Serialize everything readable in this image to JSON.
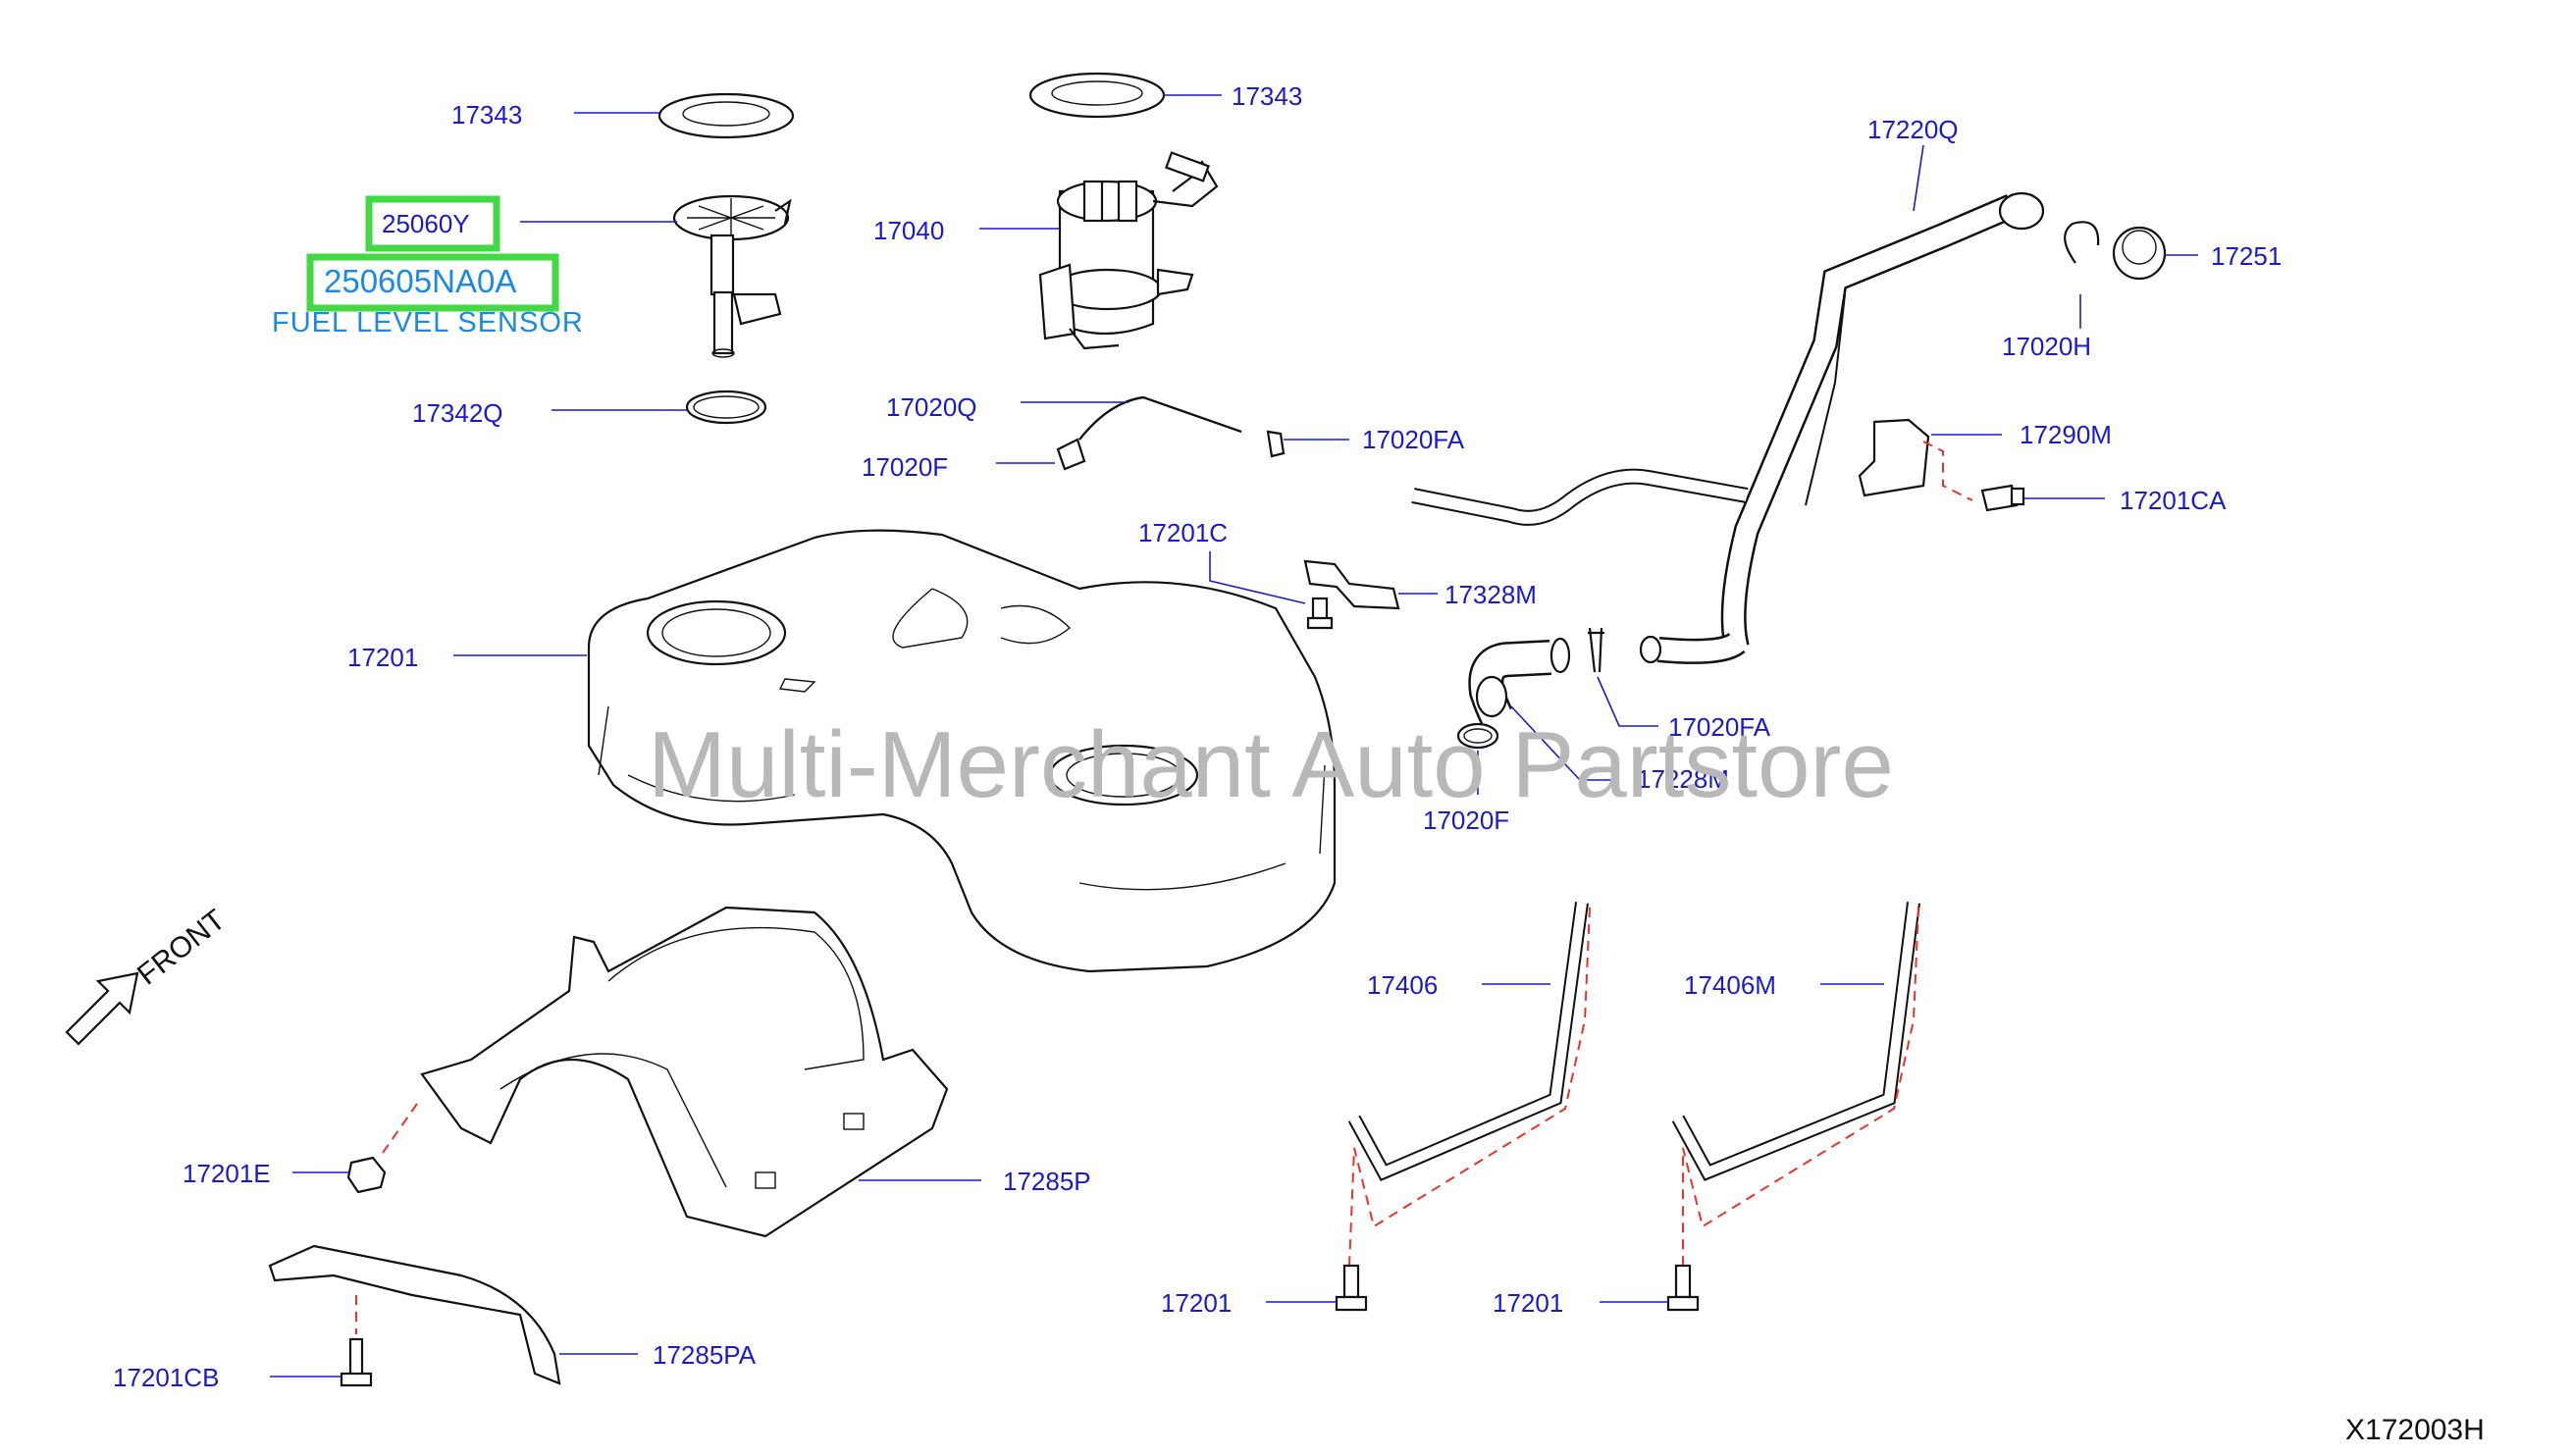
{
  "watermark": "Multi-Merchant Auto Partstore",
  "diagram_code": "X172003H",
  "front_label": "FRONT",
  "sensor_note": "FUEL LEVEL SENSOR",
  "highlight_color": "#44d844",
  "label_color": "#1a1acc",
  "clip_line_color": "#e8332a",
  "labels": {
    "p17343_left": "17343",
    "p17343_right": "17343",
    "p25060Y": "25060Y",
    "p250605NA0A": "250605NA0A",
    "p17342Q": "17342Q",
    "p17040": "17040",
    "p17020Q": "17020Q",
    "p17020F_top": "17020F",
    "p17020FA_top": "17020FA",
    "p17220Q": "17220Q",
    "p17251": "17251",
    "p17020H": "17020H",
    "p17290M": "17290M",
    "p17201CA": "17201CA",
    "p17201C": "17201C",
    "p17328M": "17328M",
    "p17201_tank": "17201",
    "p17020FA_mid": "17020FA",
    "p17228M": "17228M",
    "p17020F_mid": "17020F",
    "p17406": "17406",
    "p17406M": "17406M",
    "p17201E": "17201E",
    "p17285P": "17285P",
    "p17201_bolt1": "17201",
    "p17201_bolt2": "17201",
    "p17285PA": "17285PA",
    "p17201CB": "17201CB"
  }
}
